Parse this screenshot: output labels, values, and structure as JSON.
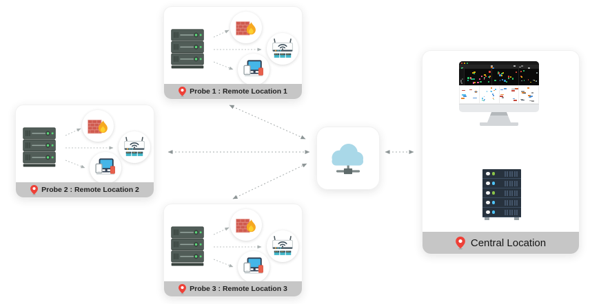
{
  "diagram": {
    "probes": [
      {
        "label": "Probe 1 : Remote Location 1"
      },
      {
        "label": "Probe 2 : Remote Location 2"
      },
      {
        "label": "Probe 3 : Remote Location 3"
      }
    ],
    "central": {
      "label": "Central Location"
    },
    "rack_leds": [
      "#8bc34a",
      "#4fc3f7",
      "#8bc34a",
      "#4fc3f7",
      "#4fc3f7"
    ],
    "colors": {
      "label_bar": "#c6c6c6",
      "label_text": "#222222",
      "pin_red": "#ee4037",
      "cloud_blue": "#a9d8e8",
      "network_gray": "#7d8888",
      "arrow_gray": "#a2a8a8",
      "server_body": "#515d58",
      "led_green": "#59d878",
      "rack_navy": "#27323e",
      "firewall_brick": "#cf5a4f",
      "flame_orange": "#f6a821",
      "screen_blue": "#45b6e8",
      "phone_red": "#e8604c"
    }
  }
}
